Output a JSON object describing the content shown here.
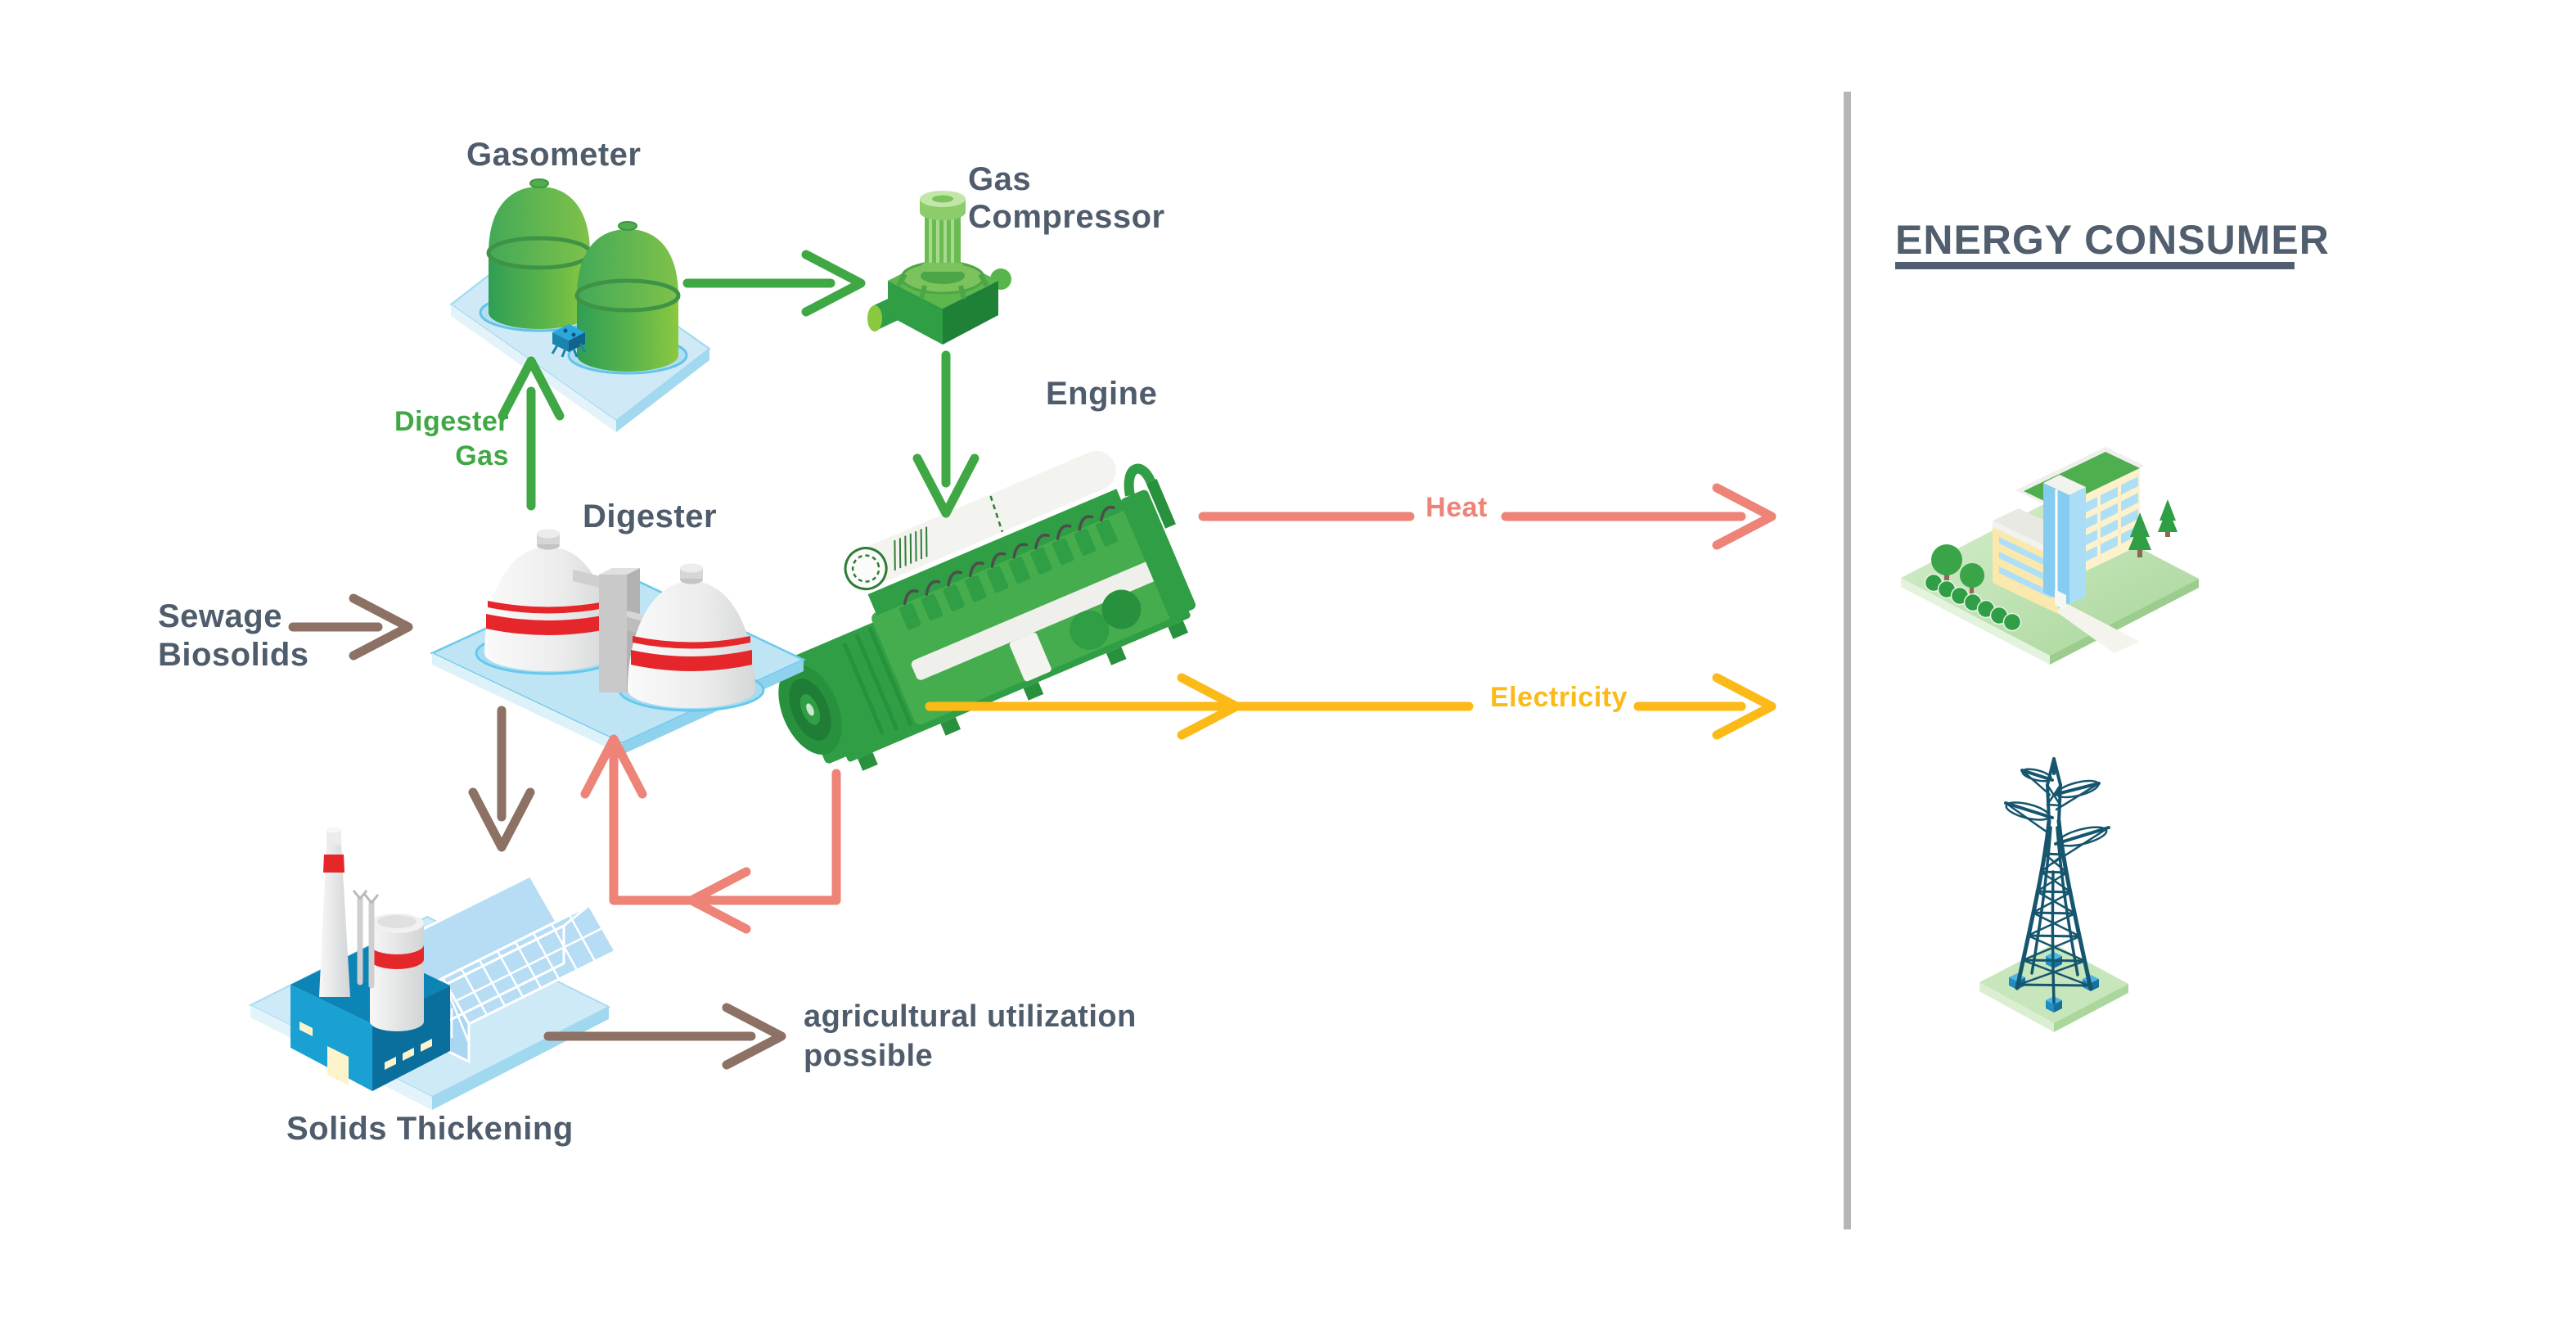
{
  "nodes": {
    "gasometer": {
      "label": "Gasometer"
    },
    "gas_compressor": {
      "line1": "Gas",
      "line2": "Compressor"
    },
    "engine": {
      "label": "Engine"
    },
    "digester": {
      "label": "Digester"
    },
    "solids_thickening": {
      "label": "Solids Thickening"
    }
  },
  "inputs": {
    "sewage": {
      "line1": "Sewage",
      "line2": "Biosolids"
    }
  },
  "outputs": {
    "agricultural": {
      "line1": "agricultural utilization",
      "line2": "possible"
    }
  },
  "flows": {
    "digester_gas": {
      "line1": "Digester",
      "line2": "Gas",
      "color": "#3fa845"
    },
    "heat": {
      "label": "Heat",
      "color": "#ee8378"
    },
    "electricity": {
      "label": "Electricity",
      "color": "#fcba19"
    },
    "sewage_biosolids_in": {
      "color": "#8c7164"
    },
    "solids_out": {
      "color": "#8c7164"
    },
    "heat_return": {
      "color": "#ee8378"
    }
  },
  "consumer": {
    "heading": "ENERGY CONSUMER"
  },
  "icons": {
    "gasometer": "gasometer-icon",
    "gas_compressor": "gas-compressor-icon",
    "engine": "engine-icon",
    "digester": "digester-icon",
    "solids_thickening": "solids-thickening-icon",
    "office_building": "office-building-icon",
    "transmission_tower": "transmission-tower-icon"
  },
  "colors": {
    "label_slate": "#4f5c6b",
    "flow_green": "#3fa845",
    "flow_brown": "#8c7164",
    "flow_heat": "#ee8378",
    "flow_electricity": "#fcba19",
    "divider_gray": "#b5b7b6",
    "platform_blue": "#cfeaf6",
    "tank_red": "#e5262b",
    "pylon_teal": "#15566e"
  }
}
